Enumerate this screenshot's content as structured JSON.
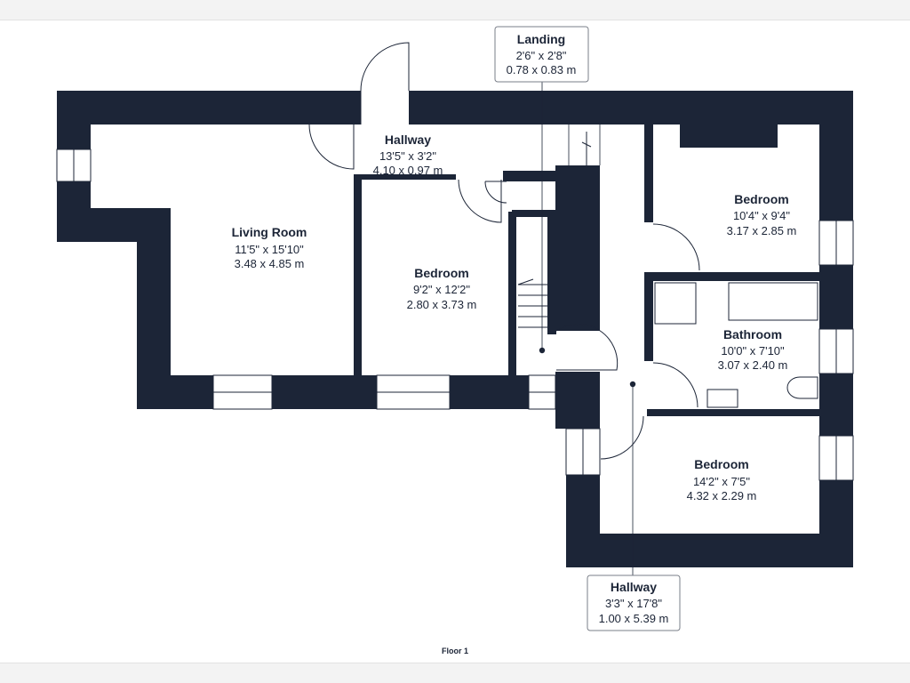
{
  "floor_label": "Floor 1",
  "rooms": {
    "landing": {
      "name": "Landing",
      "imperial": "2'6\" x 2'8\"",
      "metric": "0.78 x 0.83 m"
    },
    "hallway_upper": {
      "name": "Hallway",
      "imperial": "13'5\" x 3'2\"",
      "metric": "4.10 x 0.97 m"
    },
    "living_room": {
      "name": "Living Room",
      "imperial": "11'5\" x 15'10\"",
      "metric": "3.48 x 4.85 m"
    },
    "bedroom_middle": {
      "name": "Bedroom",
      "imperial": "9'2\" x 12'2\"",
      "metric": "2.80 x 3.73 m"
    },
    "bedroom_top_right": {
      "name": "Bedroom",
      "imperial": "10'4\" x 9'4\"",
      "metric": "3.17 x 2.85 m"
    },
    "bathroom": {
      "name": "Bathroom",
      "imperial": "10'0\" x 7'10\"",
      "metric": "3.07 x 2.40 m"
    },
    "bedroom_bottom_right": {
      "name": "Bedroom",
      "imperial": "14'2\" x 7'5\"",
      "metric": "4.32 x 2.29 m"
    },
    "hallway_lower": {
      "name": "Hallway",
      "imperial": "3'3\" x 17'8\"",
      "metric": "1.00 x 5.39 m"
    }
  },
  "colors": {
    "wall": "#1c2537",
    "background": "#ffffff",
    "page": "#f3f3f3"
  }
}
